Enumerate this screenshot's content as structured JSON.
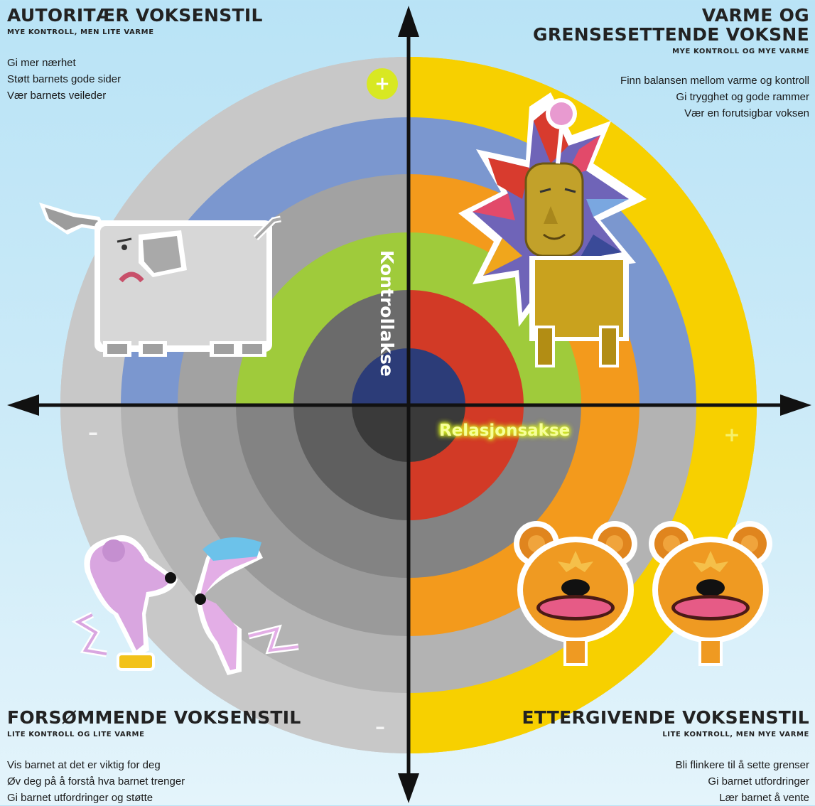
{
  "quadrants": {
    "top_left": {
      "title": "AUTORITÆR VOKSENSTIL",
      "subtitle": "MYE KONTROLL, MEN LITE VARME",
      "tips": [
        "Gi mer nærhet",
        "Støtt barnets gode sider",
        "Vær barnets veileder"
      ]
    },
    "top_right": {
      "title_line1": "VARME OG",
      "title_line2": "GRENSESETTENDE VOKSNE",
      "subtitle": "MYE KONTROLL OG MYE VARME",
      "tips": [
        "Finn balansen mellom varme og kontroll",
        "Gi trygghet og gode rammer",
        "Vær en forutsigbar voksen"
      ]
    },
    "bottom_left": {
      "title": "FORSØMMENDE VOKSENSTIL",
      "subtitle": "LITE KONTROLL OG LITE VARME",
      "tips": [
        "Vis barnet at det er viktig for deg",
        "Øv deg på å forstå hva barnet trenger",
        "Gi barnet utfordringer og støtte"
      ]
    },
    "bottom_right": {
      "title": "ETTERGIVENDE VOKSENSTIL",
      "subtitle": "LITE KONTROLL, MEN MYE VARME",
      "tips": [
        "Bli flinkere til å sette grenser",
        "Gi barnet utfordringer",
        "Lær barnet å vente"
      ]
    }
  },
  "axes": {
    "vertical_label": "Kontrollakse",
    "horizontal_label": "Relasjonsakse"
  },
  "signs": {
    "top": "+",
    "right": "+",
    "left": "–",
    "bottom": "–"
  },
  "colors": {
    "ring_yellow": "#f7d000",
    "ring_blue": "#7b97cf",
    "ring_orange": "#f39a1c",
    "ring_green": "#9fcb3b",
    "ring_red": "#d23a26",
    "ring_navy": "#2c3c78",
    "grey_1": "#c8c8c8",
    "grey_2": "#acacac",
    "grey_3": "#8e8e8e",
    "grey_4": "#666666",
    "grey_5": "#3a3a3a",
    "axis": "#111111"
  },
  "characters": {
    "top_left": "elephant-icon",
    "top_right": "lion-icon",
    "bottom_left": "mice-icon",
    "bottom_right": "bears-icon"
  }
}
